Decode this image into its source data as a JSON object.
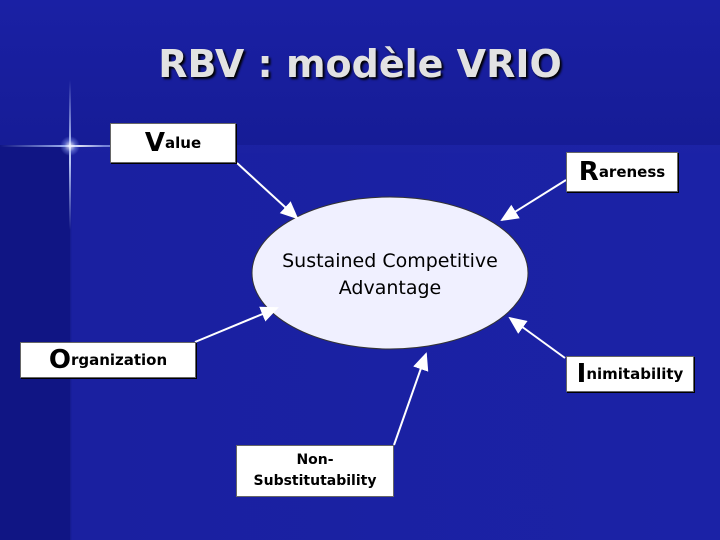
{
  "title": "RBV : modèle VRIO",
  "center": {
    "line1": "Sustained Competitive",
    "line2": "Advantage"
  },
  "nodes": {
    "value": {
      "initial": "V",
      "rest": "alue"
    },
    "rareness": {
      "initial": "R",
      "rest": "areness"
    },
    "organization": {
      "initial": "O",
      "rest": "rganization"
    },
    "inimitability": {
      "initial": "I",
      "rest": "nimitability"
    },
    "non_substitutability": {
      "line1": "Non-",
      "line2": "Substitutability"
    }
  },
  "colors": {
    "background": "#1a1f9a",
    "title": "#e2e2e2",
    "box": "#ffffff",
    "ellipse": "#f0f0ff"
  }
}
